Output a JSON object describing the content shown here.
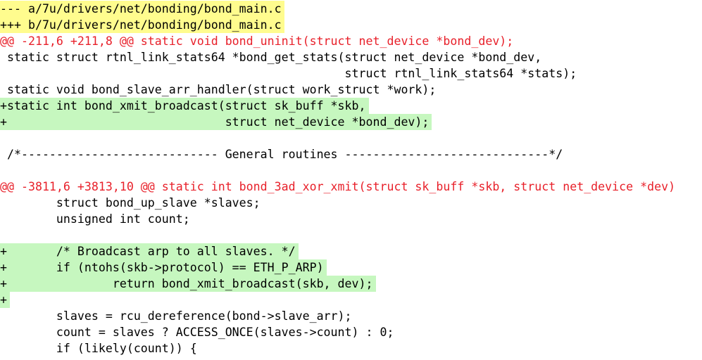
{
  "diff": {
    "lines": [
      {
        "kind": "file-header",
        "text": "--- a/7u/drivers/net/bonding/bond_main.c"
      },
      {
        "kind": "file-header",
        "text": "+++ b/7u/drivers/net/bonding/bond_main.c"
      },
      {
        "kind": "hunk",
        "text": "@@ -211,6 +211,8 @@ static void bond_uninit(struct net_device *bond_dev);"
      },
      {
        "kind": "context",
        "text": " static struct rtnl_link_stats64 *bond_get_stats(struct net_device *bond_dev,"
      },
      {
        "kind": "context",
        "text": "                                                 struct rtnl_link_stats64 *stats);"
      },
      {
        "kind": "context",
        "text": " static void bond_slave_arr_handler(struct work_struct *work);"
      },
      {
        "kind": "add",
        "text": "+static int bond_xmit_broadcast(struct sk_buff *skb,"
      },
      {
        "kind": "add",
        "text": "+                               struct net_device *bond_dev);"
      },
      {
        "kind": "blank",
        "text": " "
      },
      {
        "kind": "context",
        "text": " /*---------------------------- General routines -----------------------------*/"
      },
      {
        "kind": "blank",
        "text": " "
      },
      {
        "kind": "hunk",
        "text": "@@ -3811,6 +3813,10 @@ static int bond_3ad_xor_xmit(struct sk_buff *skb, struct net_device *dev)"
      },
      {
        "kind": "context",
        "text": "        struct bond_up_slave *slaves;"
      },
      {
        "kind": "context",
        "text": "        unsigned int count;"
      },
      {
        "kind": "blank",
        "text": " "
      },
      {
        "kind": "add",
        "text": "+       /* Broadcast arp to all slaves. */"
      },
      {
        "kind": "add",
        "text": "+       if (ntohs(skb->protocol) == ETH_P_ARP)"
      },
      {
        "kind": "add",
        "text": "+               return bond_xmit_broadcast(skb, dev);"
      },
      {
        "kind": "add",
        "text": "+"
      },
      {
        "kind": "context",
        "text": "        slaves = rcu_dereference(bond->slave_arr);"
      },
      {
        "kind": "context",
        "text": "        count = slaves ? ACCESS_ONCE(slaves->count) : 0;"
      },
      {
        "kind": "context",
        "text": "        if (likely(count)) {"
      }
    ]
  }
}
